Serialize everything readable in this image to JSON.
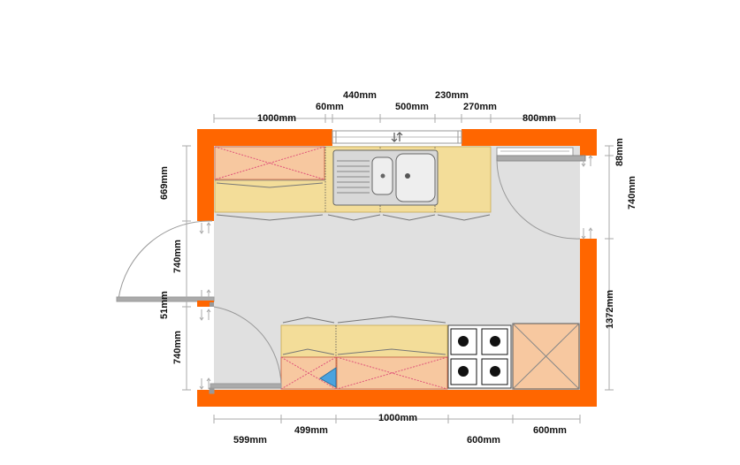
{
  "colors": {
    "wall": "#ff6600",
    "floor": "#e0e0e0",
    "worktop": "#f3dd99",
    "cabinet": "#f7c8a0",
    "cross": "#e0557a",
    "dim_line": "#999999",
    "sink": "#cfcfcf",
    "hob": "#ffffff",
    "accent_blue": "#4aa3df"
  },
  "icons": [
    "door-swing-icon",
    "window-icon",
    "sink-icon",
    "hob-icon",
    "drawer-mark-icon",
    "wall-arrow-icon"
  ],
  "dimensions": {
    "top_upper": {
      "d440": "440mm",
      "d230": "230mm"
    },
    "top_lower": {
      "d1000": "1000mm",
      "d60": "60mm",
      "d500": "500mm",
      "d270": "270mm",
      "d800": "800mm"
    },
    "left": {
      "d669": "669mm",
      "d740a": "740mm",
      "d51": "51mm",
      "d740b": "740mm"
    },
    "right": {
      "d88": "88mm",
      "d740": "740mm",
      "d1372": "1372mm"
    },
    "bottom_upper": {
      "d1000": "1000mm",
      "d600": "600mm"
    },
    "bottom_lower": {
      "d599": "599mm",
      "d499": "499mm",
      "d600b": "600mm"
    }
  }
}
